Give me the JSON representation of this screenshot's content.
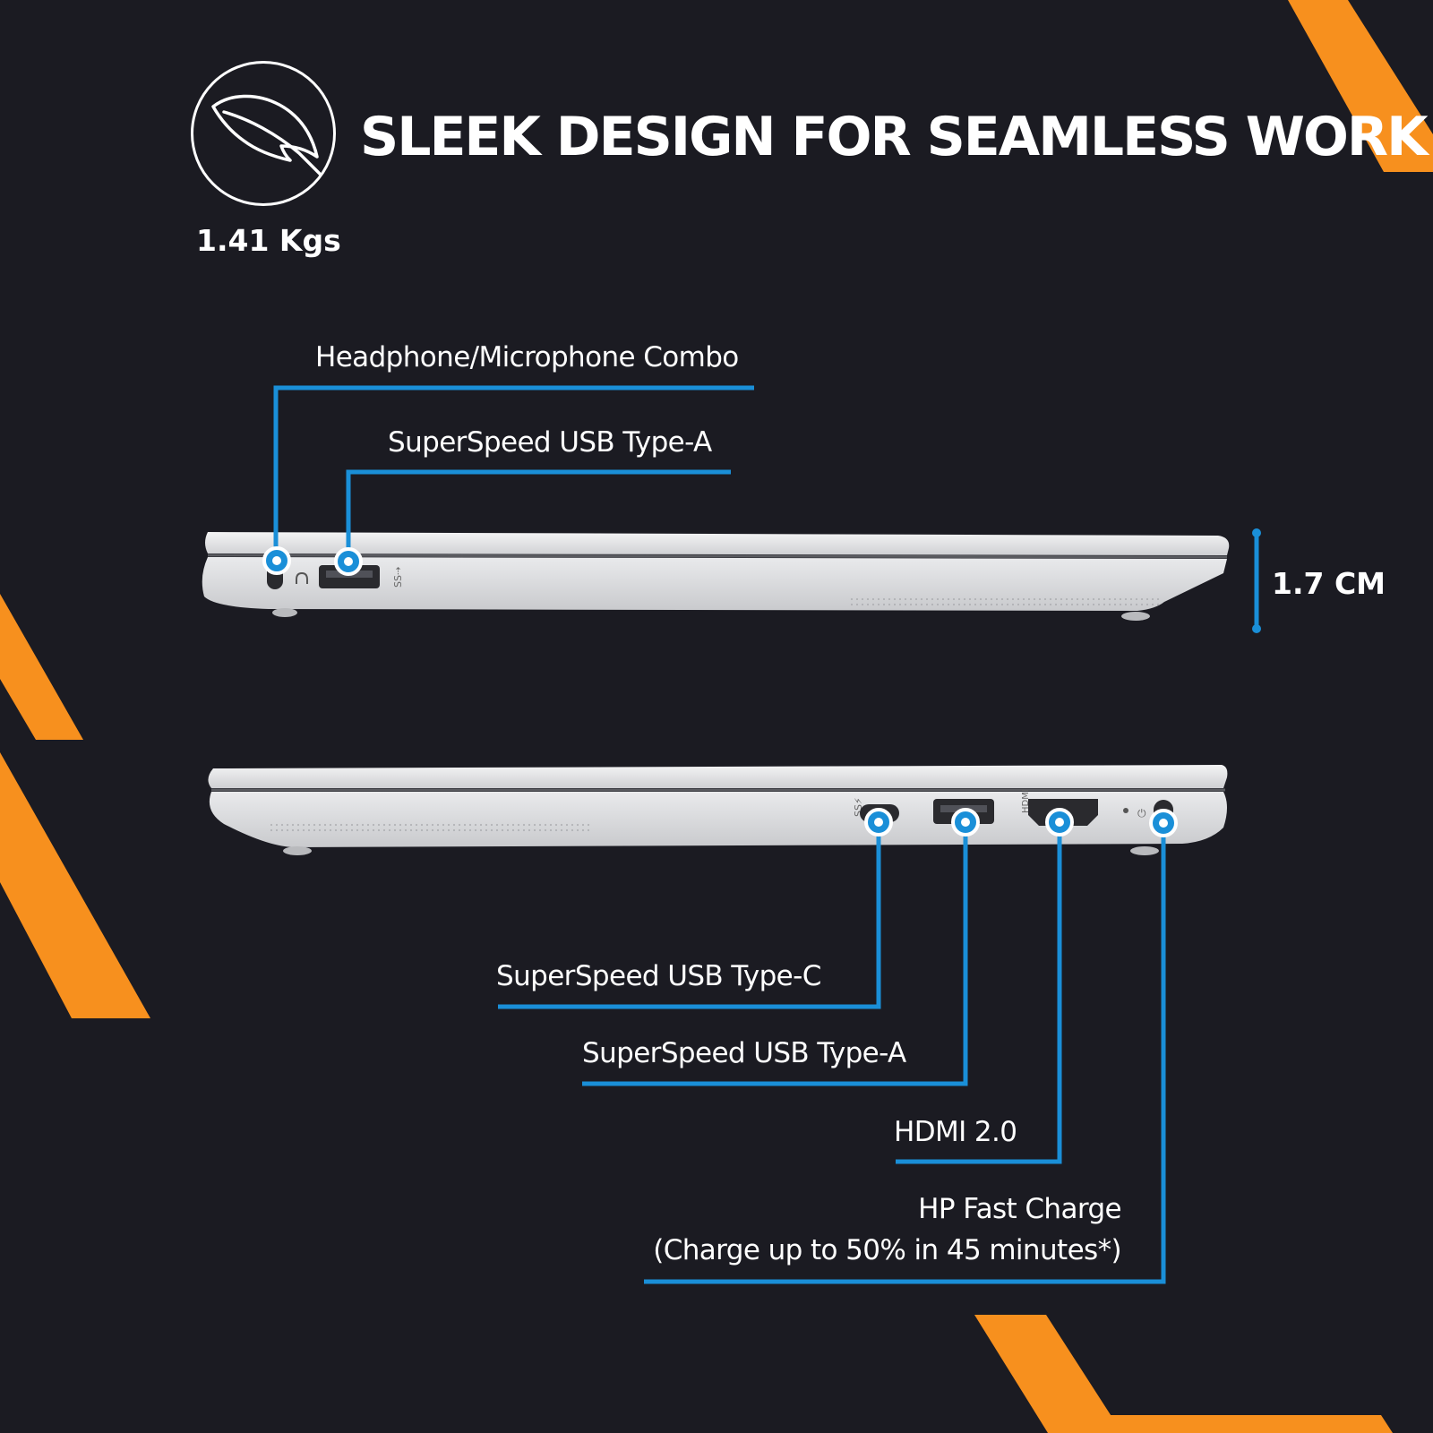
{
  "header": {
    "title": "SLEEK DESIGN FOR SEAMLESS WORK",
    "weight": "1.41 Kgs",
    "weight_icon": "feather-icon"
  },
  "thickness": {
    "label": "1.7 CM"
  },
  "left_side": {
    "ports": [
      {
        "label": "Headphone/Microphone Combo",
        "icon": "headphone-icon"
      },
      {
        "label": "SuperSpeed USB Type-A",
        "icon": "usb-icon"
      }
    ]
  },
  "right_side": {
    "ports": [
      {
        "label": "SuperSpeed USB Type-C",
        "icon": "usb-c-icon"
      },
      {
        "label": "SuperSpeed USB Type-A",
        "icon": "usb-icon"
      },
      {
        "label": "HDMI 2.0",
        "icon": "hdmi-icon"
      },
      {
        "label": "HP Fast Charge",
        "sublabel": "(Charge up to 50% in 45 minutes*)",
        "icon": "power-icon"
      }
    ]
  },
  "colors": {
    "background": "#1b1b22",
    "accent_orange": "#f7901e",
    "callout_blue": "#1a8fd8",
    "text": "#ffffff",
    "laptop_silver": "#d9dadc"
  }
}
